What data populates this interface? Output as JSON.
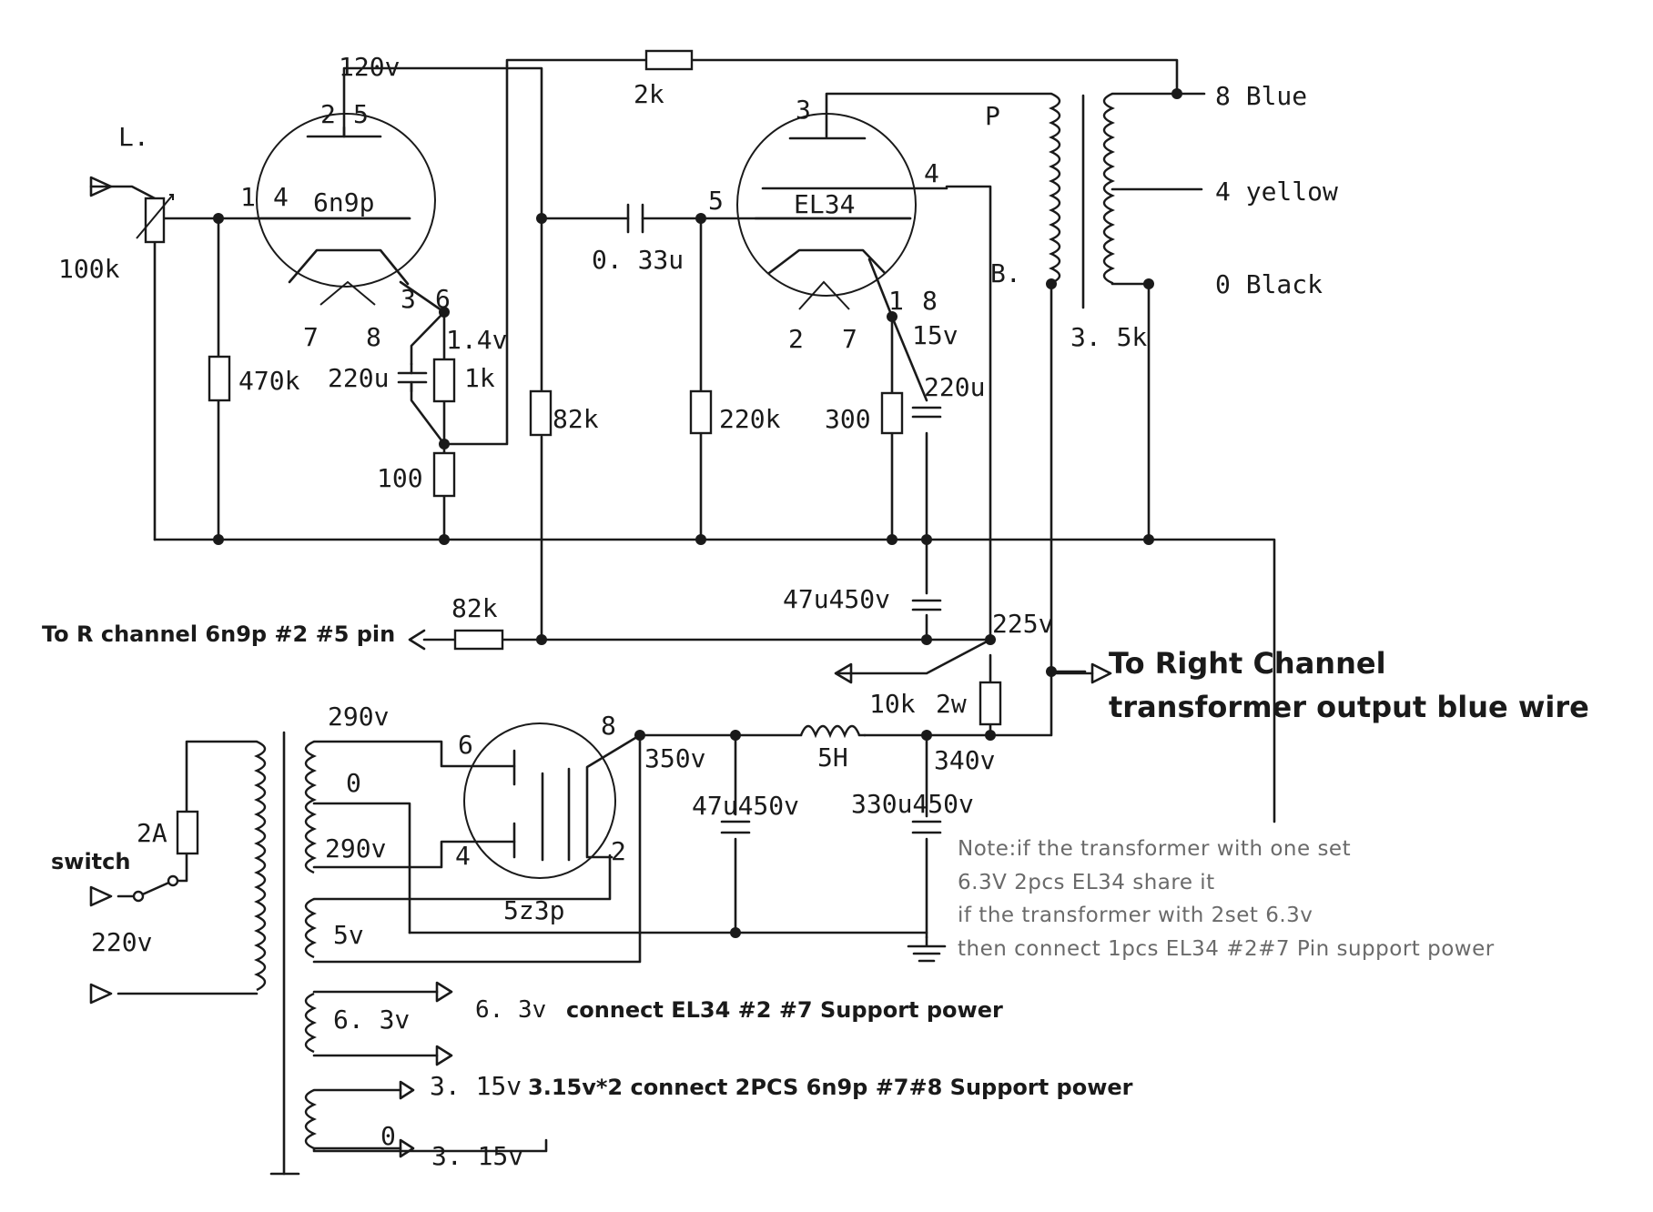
{
  "tubes": {
    "preamp": "6n9p",
    "power": "EL34",
    "rectifier": "5z3p"
  },
  "pins": {
    "preamp_top": "2",
    "preamp_top2": "5",
    "preamp_grid": "1",
    "preamp_grid2": "4",
    "preamp_cathode": "3",
    "preamp_cathode2": "6",
    "preamp_heater1": "7",
    "preamp_heater2": "8",
    "power_plate": "3",
    "power_screen": "4",
    "power_grid": "5",
    "power_cathode": "1",
    "power_cathode2": "8",
    "power_heater1": "2",
    "power_heater2": "7",
    "rect_anode1": "6",
    "rect_anode2": "4",
    "rect_filament1": "8",
    "rect_filament2": "2"
  },
  "voltages": {
    "v120": "120v",
    "v1_4": "1.4v",
    "v15": "15v",
    "v225": "225v",
    "v350": "350v",
    "v340": "340v",
    "v290a": "290v",
    "v0": "0",
    "v290b": "290v",
    "v5": "5v",
    "v6_3": "6. 3v",
    "v220": "220v",
    "v3_15a": "3. 15v",
    "v3_15b": "3. 15v",
    "v0b": "0"
  },
  "components": {
    "input_letter": "L.",
    "pot": "100k",
    "r470k": "470k",
    "c220u_a": "220u",
    "r1k": "1k",
    "r100": "100",
    "r82k_a": "82k",
    "r2k": "2k",
    "c033": "0. 33u",
    "r220k": "220k",
    "r300": "300",
    "c220u_b": "220u",
    "c47u_a": "47u450v",
    "r82k_b": "82k",
    "r10k": "10k",
    "r10k_w": "2w",
    "choke": "5H",
    "c47u_b": "47u450v",
    "c330u": "330u450v",
    "fuse": "2A",
    "switch": "switch",
    "ot_p": "P",
    "ot_b": "B.",
    "ot_imp": "3. 5k"
  },
  "outputs": {
    "tap8": "8  Blue",
    "tap4": "4 yellow",
    "tap0": "0  Black"
  },
  "annotations": {
    "to_r_channel": "To R channel 6n9p #2 #5 pin",
    "to_right_1": "To Right Channel",
    "to_right_2": "transformer output blue wire",
    "el34_heater_prefix": "6. 3v",
    "el34_heater": "connect EL34 #2 #7 Support power",
    "pre_heater_prefix": "3. 15v",
    "pre_heater": "3.15v*2 connect 2PCS 6n9p #7#8 Support power",
    "note_lines": [
      "Note:if the transformer with one set",
      " 6.3V 2pcs EL34 share it",
      "if the transformer with 2set 6.3v",
      "then connect 1pcs EL34 #2#7 Pin support power"
    ]
  }
}
